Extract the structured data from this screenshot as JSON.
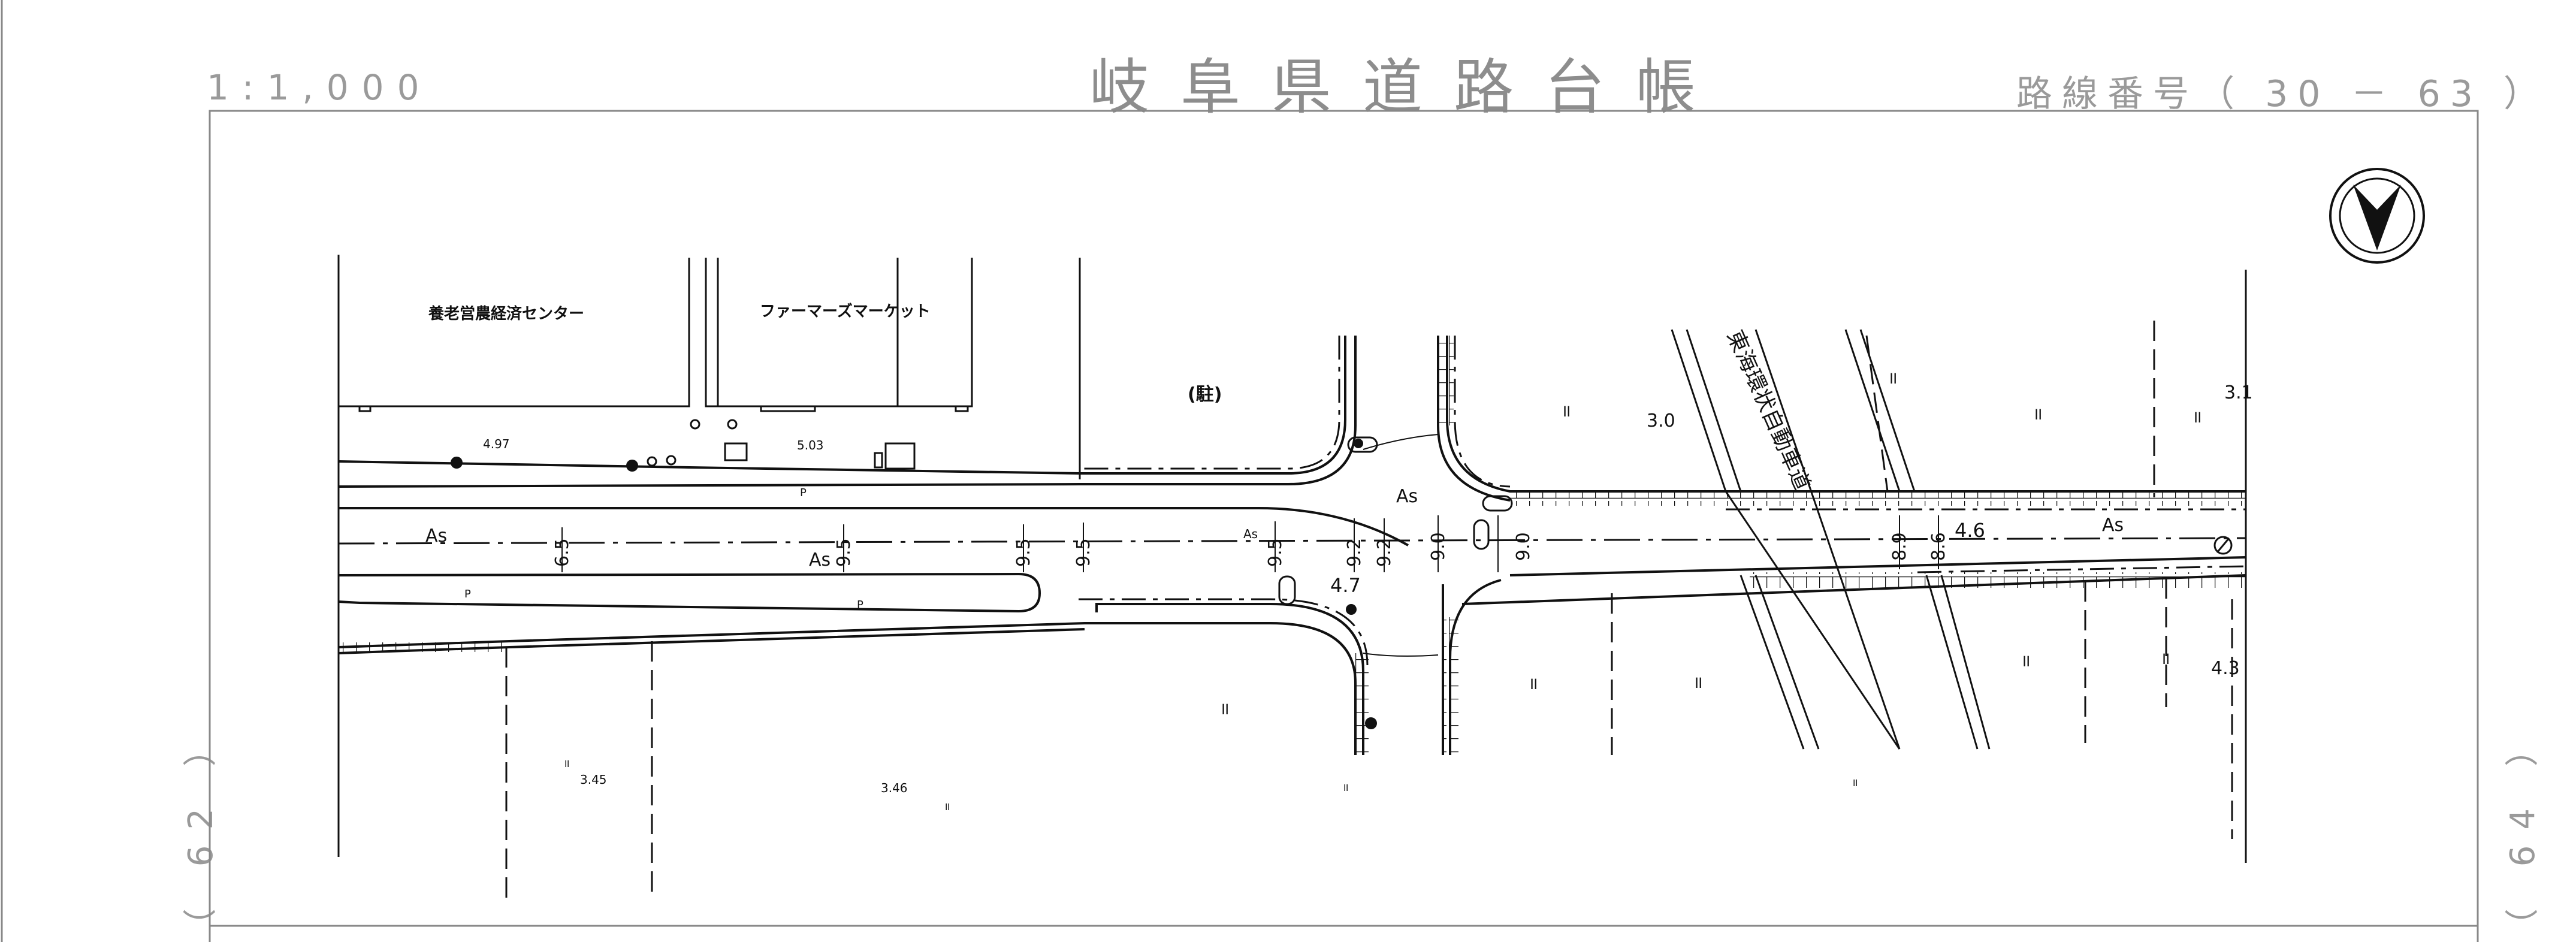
{
  "header": {
    "scale": "1:1,000",
    "title": "岐阜県道路台帳",
    "route_number": "路線番号（ 30 － 63 ）"
  },
  "adjacent_sheets": {
    "left": "（ 62 ）",
    "right": "（ 64 ）"
  },
  "facilities": {
    "agri_center": "養老営農経済センター",
    "farmers_market": "ファーマーズマーケット",
    "parking": "(駐)"
  },
  "expressway": "東海環状自動車道",
  "pavement": {
    "as1": "As",
    "as2": "As",
    "as3": "As",
    "as4": "As",
    "as_small": "As",
    "p1": "P",
    "p2": "P",
    "p3": "P"
  },
  "widths": [
    "6.5",
    "9.5",
    "9.5",
    "9.5",
    "9.5",
    "9.2",
    "9.2",
    "9.0",
    "9.0",
    "8.9",
    "8.6",
    "4.6",
    "4.7"
  ],
  "elevations": [
    "4.97",
    "5.03",
    "3.0",
    "3.1",
    "3.45",
    "3.46",
    "4.3"
  ],
  "land_marks": [
    "॥",
    "॥",
    "॥",
    "॥",
    "॥",
    "॥",
    "॥",
    "॥",
    "॥",
    "॥",
    "॥",
    "॥",
    "॥"
  ],
  "colors": {
    "frame": "#888888",
    "ink": "#111111",
    "header_text": "#9a9a9a"
  },
  "icons": {
    "north_arrow": "north-arrow-icon",
    "benchmark": "benchmark-icon"
  }
}
